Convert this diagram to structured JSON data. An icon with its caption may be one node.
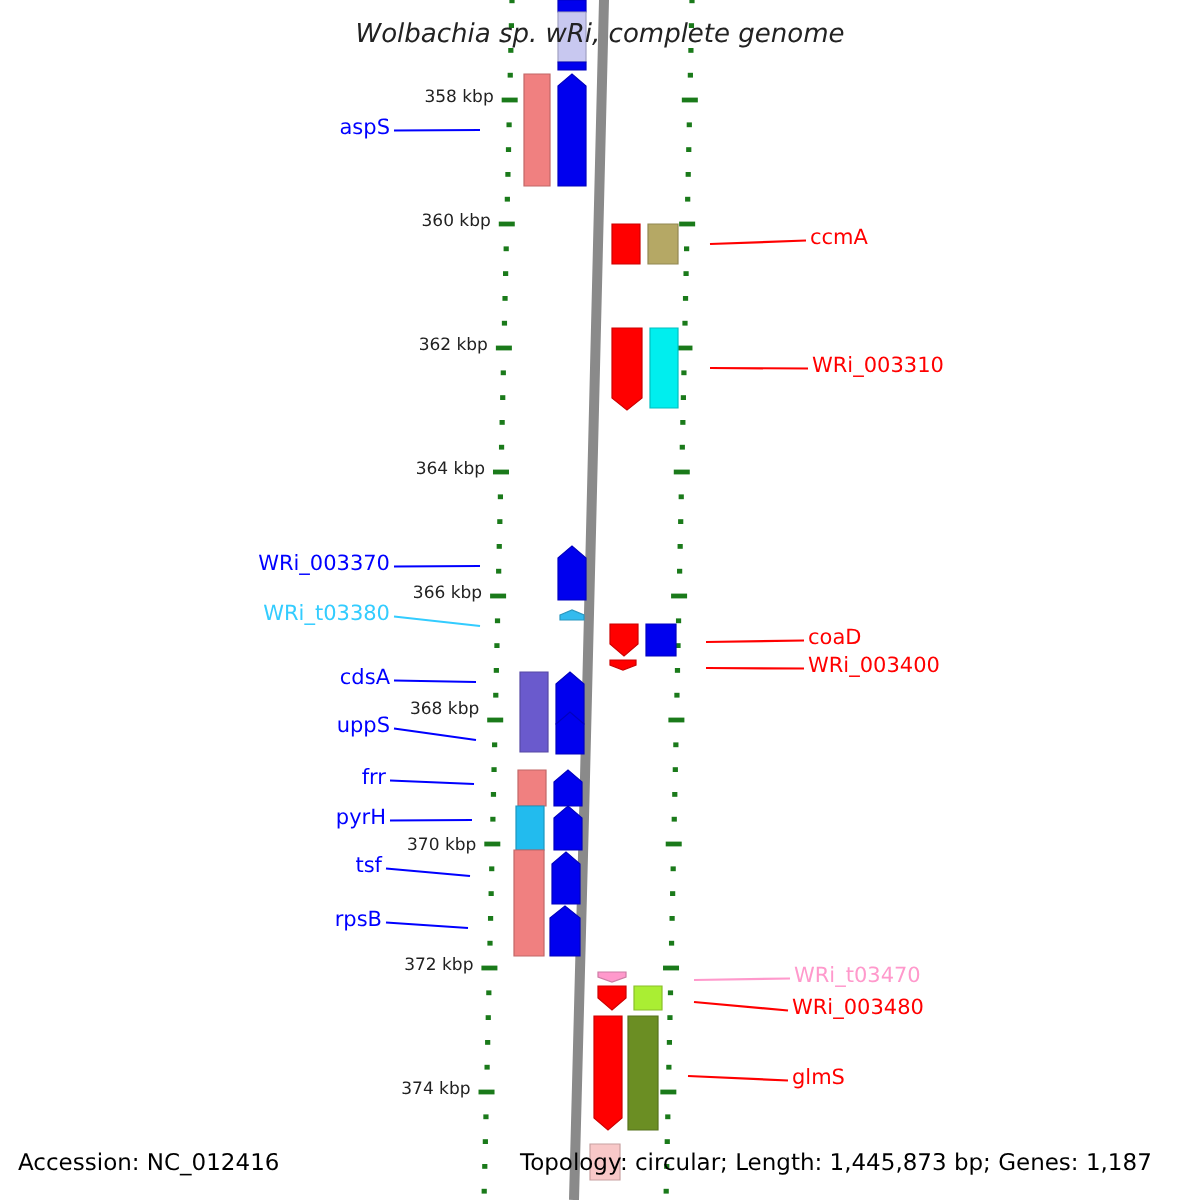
{
  "diagram": {
    "title": "Wolbachia sp. wRi, complete genome",
    "nodes": [
      {
        "text": [
          "aspS"
        ]
      },
      {
        "text": [
          "WRi_003370"
        ]
      },
      {
        "text": [
          "WRi_t03380"
        ]
      },
      {
        "text": [
          "cdsA"
        ]
      },
      {
        "text": [
          "uppS"
        ]
      },
      {
        "text": [
          "frr"
        ]
      },
      {
        "text": [
          "pyrH"
        ]
      },
      {
        "text": [
          "tsf"
        ]
      },
      {
        "text": [
          "rpsB"
        ]
      },
      {
        "text": [
          "ccmA"
        ]
      },
      {
        "text": [
          "WRi_003310"
        ]
      },
      {
        "text": [
          "coaD"
        ]
      },
      {
        "text": [
          "WRi_003400"
        ]
      },
      {
        "text": [
          "WRi_t03470"
        ]
      },
      {
        "text": [
          "WRi_003480"
        ]
      },
      {
        "text": [
          "glmS"
        ]
      }
    ],
    "edges": [
      {
        "from": 0,
        "to": null,
        "arrow": "none"
      },
      {
        "from": 1,
        "to": null,
        "arrow": "none"
      },
      {
        "from": 2,
        "to": null,
        "arrow": "none",
        "color": "#33ccff"
      },
      {
        "from": 3,
        "to": null,
        "arrow": "none"
      },
      {
        "from": 4,
        "to": null,
        "arrow": "none"
      },
      {
        "from": 5,
        "to": null,
        "arrow": "none"
      },
      {
        "from": 6,
        "to": null,
        "arrow": "none"
      },
      {
        "from": 7,
        "to": null,
        "arrow": "none"
      },
      {
        "from": 8,
        "to": null,
        "arrow": "none"
      },
      {
        "from": 9,
        "to": null,
        "arrow": "none",
        "color": "#ff0000"
      },
      {
        "from": 10,
        "to": null,
        "arrow": "none",
        "color": "#ff0000"
      },
      {
        "from": 11,
        "to": null,
        "arrow": "none",
        "color": "#ff0000"
      },
      {
        "from": 12,
        "to": null,
        "arrow": "none",
        "color": "#ff0000"
      },
      {
        "from": 13,
        "to": null,
        "arrow": "none",
        "color": "#ff99cc"
      },
      {
        "from": 14,
        "to": null,
        "arrow": "none",
        "color": "#ff0000"
      },
      {
        "from": 15,
        "to": null,
        "arrow": "none",
        "color": "#ff0000"
      }
    ],
    "labels": [
      "358 kbp",
      "360 kbp",
      "362 kbp",
      "364 kbp",
      "366 kbp",
      "368 kbp",
      "370 kbp",
      "372 kbp",
      "374 kbp",
      "Accession: NC_012416",
      "Topology: circular; Length: 1,445,873 bp; Genes: 1,187"
    ]
  }
}
